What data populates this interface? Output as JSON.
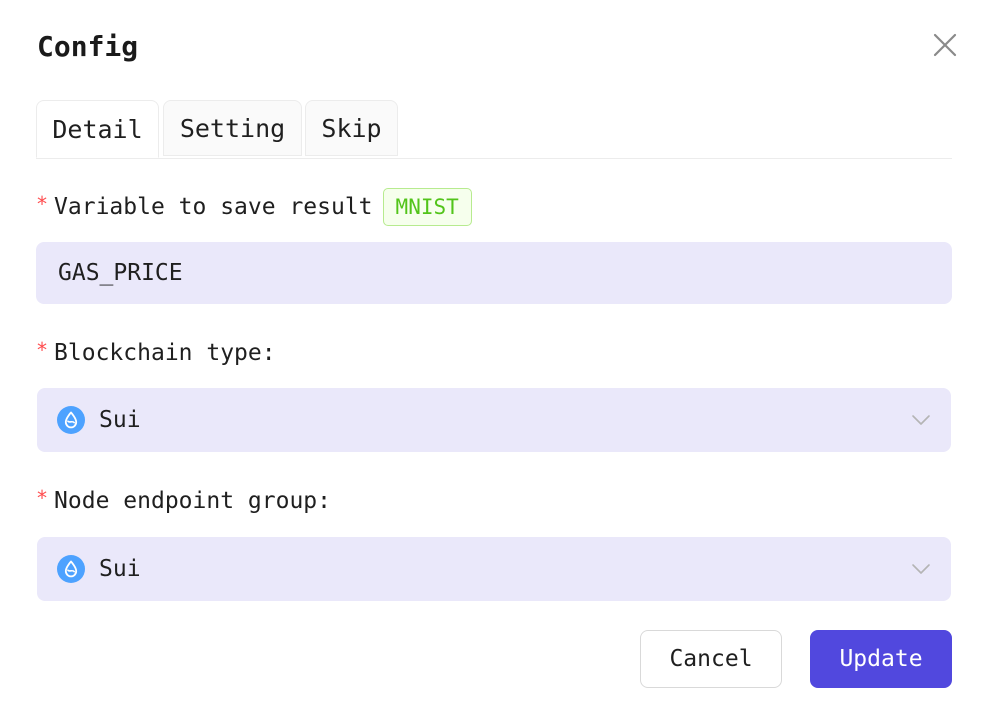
{
  "dialog": {
    "title": "Config",
    "close_icon": "close-icon"
  },
  "tabs": [
    {
      "label": "Detail",
      "active": true
    },
    {
      "label": "Setting",
      "active": false
    },
    {
      "label": "Skip",
      "active": false
    }
  ],
  "form": {
    "variable": {
      "required_mark": "*",
      "label": "Variable to save result",
      "tag": "MNIST",
      "value": "GAS_PRICE"
    },
    "blockchain_type": {
      "required_mark": "*",
      "label": "Blockchain type:",
      "value": "Sui",
      "icon": "sui-icon"
    },
    "node_endpoint_group": {
      "required_mark": "*",
      "label": "Node endpoint group:",
      "value": "Sui",
      "icon": "sui-icon"
    }
  },
  "buttons": {
    "cancel_label": "Cancel",
    "update_label": "Update"
  },
  "colors": {
    "primary": "#5148de",
    "field_background": "#eae8fa",
    "required": "#ff4d4f",
    "tag_text": "#52c41a",
    "tag_border": "#b7eb8f",
    "tag_background": "#f6ffed",
    "sui_icon": "#4da2ff"
  }
}
